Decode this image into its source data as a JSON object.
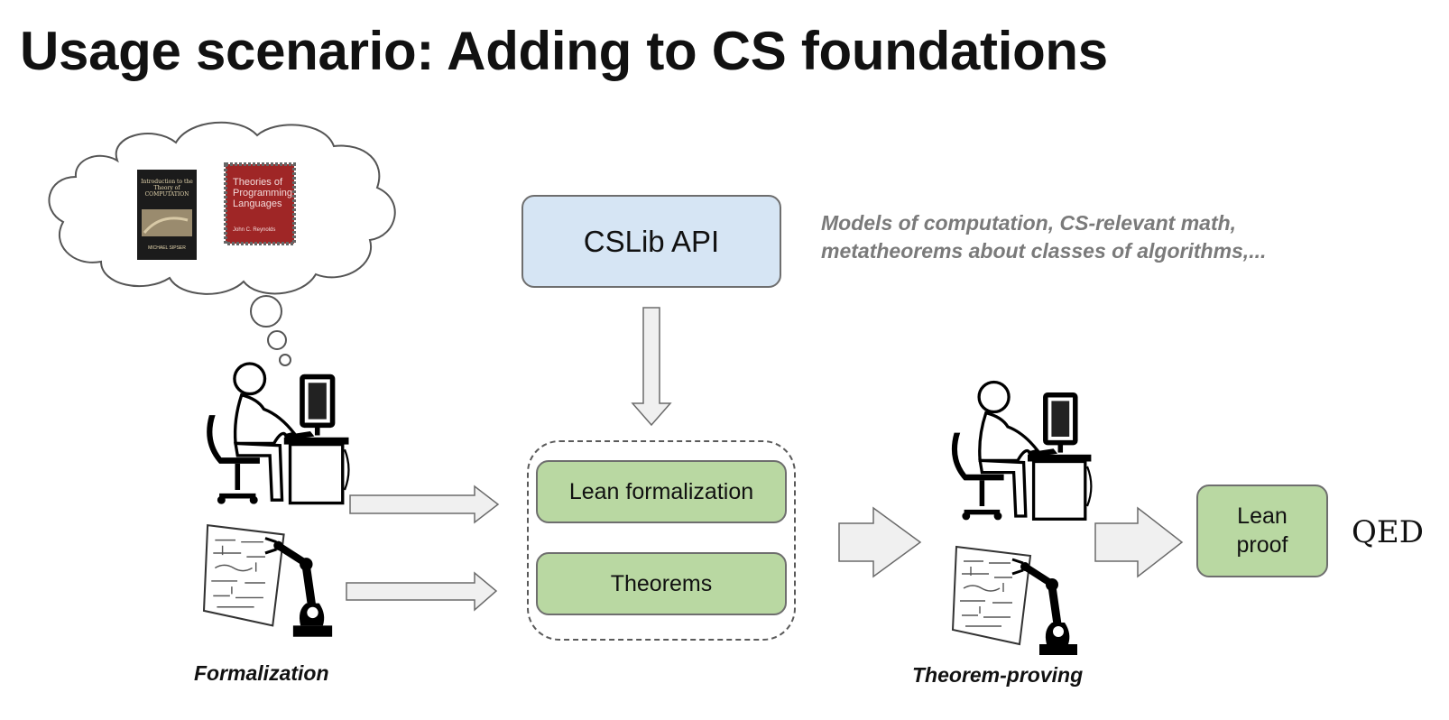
{
  "slide": {
    "title": "Usage scenario: Adding to CS foundations"
  },
  "books": [
    {
      "title": "Introduction to the Theory of COMPUTATION",
      "author": "MICHAEL SIPSER"
    },
    {
      "title": "Theories of Programming Languages",
      "author": "John C. Reynolds"
    }
  ],
  "boxes": {
    "cslib_api": "CSLib API",
    "lean_formalization": "Lean formalization",
    "theorems": "Theorems",
    "lean_proof_line1": "Lean",
    "lean_proof_line2": "proof"
  },
  "note": {
    "line1": "Models of computation, CS-relevant math,",
    "line2": "metatheorems about classes of algorithms,..."
  },
  "qed": "QED",
  "captions": {
    "formalization": "Formalization",
    "theorem_proving": "Theorem-proving"
  },
  "colors": {
    "api_fill": "#d6e5f4",
    "lean_fill": "#b9d8a2",
    "arrow_fill": "#f0f0f0",
    "note_text": "#7a7a7a"
  }
}
